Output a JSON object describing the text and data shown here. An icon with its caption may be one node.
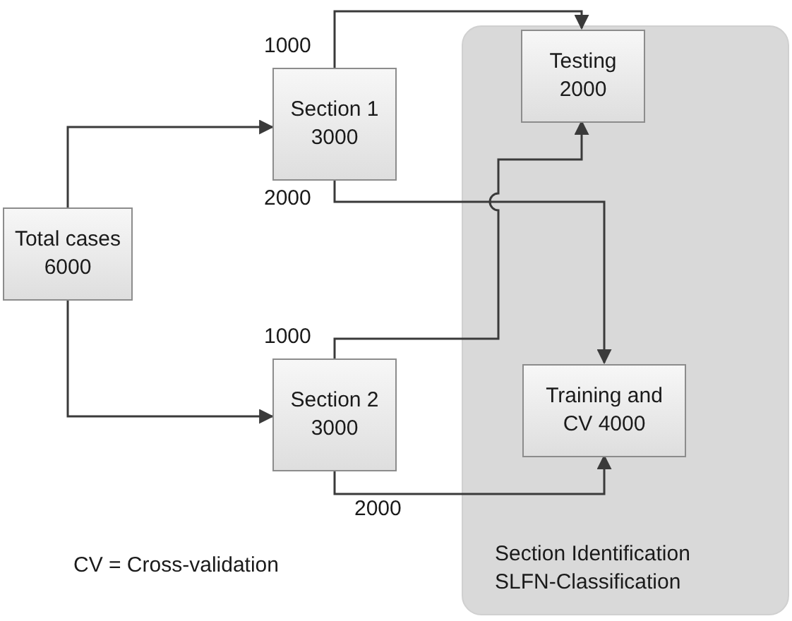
{
  "diagram": {
    "nodes": [
      {
        "text": [
          "Total cases",
          "6000"
        ]
      },
      {
        "text": [
          "Section 1",
          "3000"
        ]
      },
      {
        "text": [
          "Section 2",
          "3000"
        ]
      },
      {
        "text": [
          "Section Identification SLFN-Classification"
        ]
      },
      {
        "text": [
          "Testing",
          "2000"
        ],
        "in": 3
      },
      {
        "text": [
          "Training and CV 4000"
        ],
        "in": 3
      }
    ],
    "edges": [
      {
        "from": 0,
        "to": 1,
        "arrow": "to"
      },
      {
        "from": 0,
        "to": 2,
        "arrow": "to"
      },
      {
        "from": 1,
        "to": 4,
        "arrow": "to",
        "label": "1000"
      },
      {
        "from": 1,
        "to": 5,
        "arrow": "to",
        "label": "2000"
      },
      {
        "from": 2,
        "to": 4,
        "arrow": "to",
        "label": "1000"
      },
      {
        "from": 2,
        "to": 5,
        "arrow": "to",
        "label": "2000"
      }
    ],
    "labels": [
      "CV = Cross-validation"
    ]
  }
}
